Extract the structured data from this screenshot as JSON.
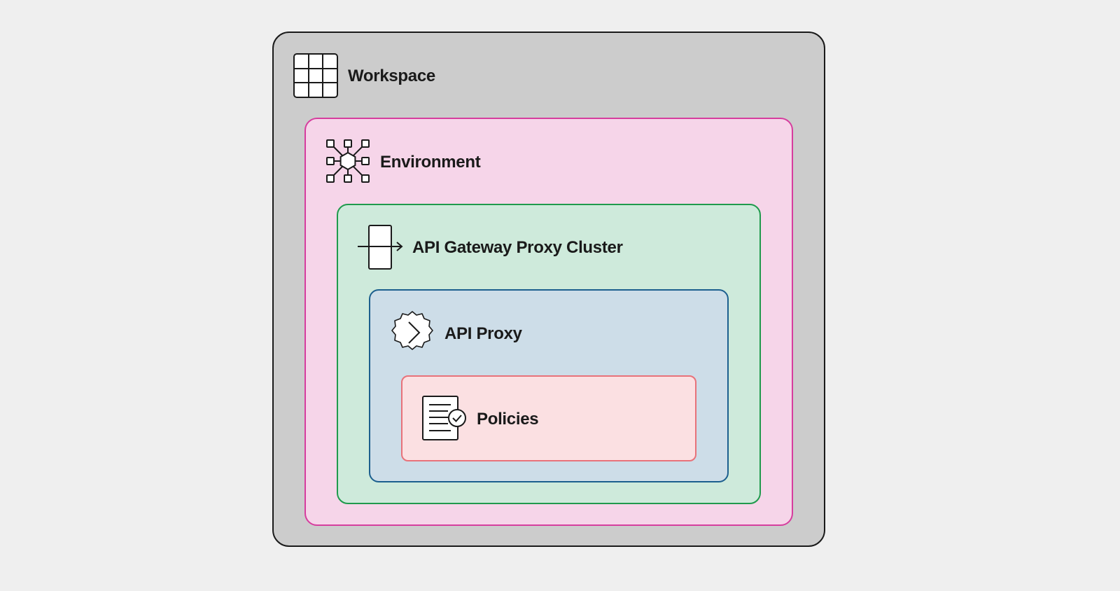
{
  "diagram": {
    "type": "nested-containment",
    "layers": [
      {
        "id": "workspace",
        "label": "Workspace",
        "icon": "grid-icon",
        "fill": "#cccccc",
        "stroke": "#1a1a1a"
      },
      {
        "id": "environment",
        "label": "Environment",
        "icon": "hub-network-icon",
        "fill": "#f6d5e9",
        "stroke": "#d63d9e"
      },
      {
        "id": "cluster",
        "label": "API Gateway Proxy Cluster",
        "icon": "gateway-arrow-icon",
        "fill": "#ceeadb",
        "stroke": "#1f9a4c"
      },
      {
        "id": "api-proxy",
        "label": "API Proxy",
        "icon": "gear-chevron-icon",
        "fill": "#cddde8",
        "stroke": "#1c5f8e"
      },
      {
        "id": "policies",
        "label": "Policies",
        "icon": "document-check-icon",
        "fill": "#fbe0e2",
        "stroke": "#e8727a"
      }
    ]
  }
}
